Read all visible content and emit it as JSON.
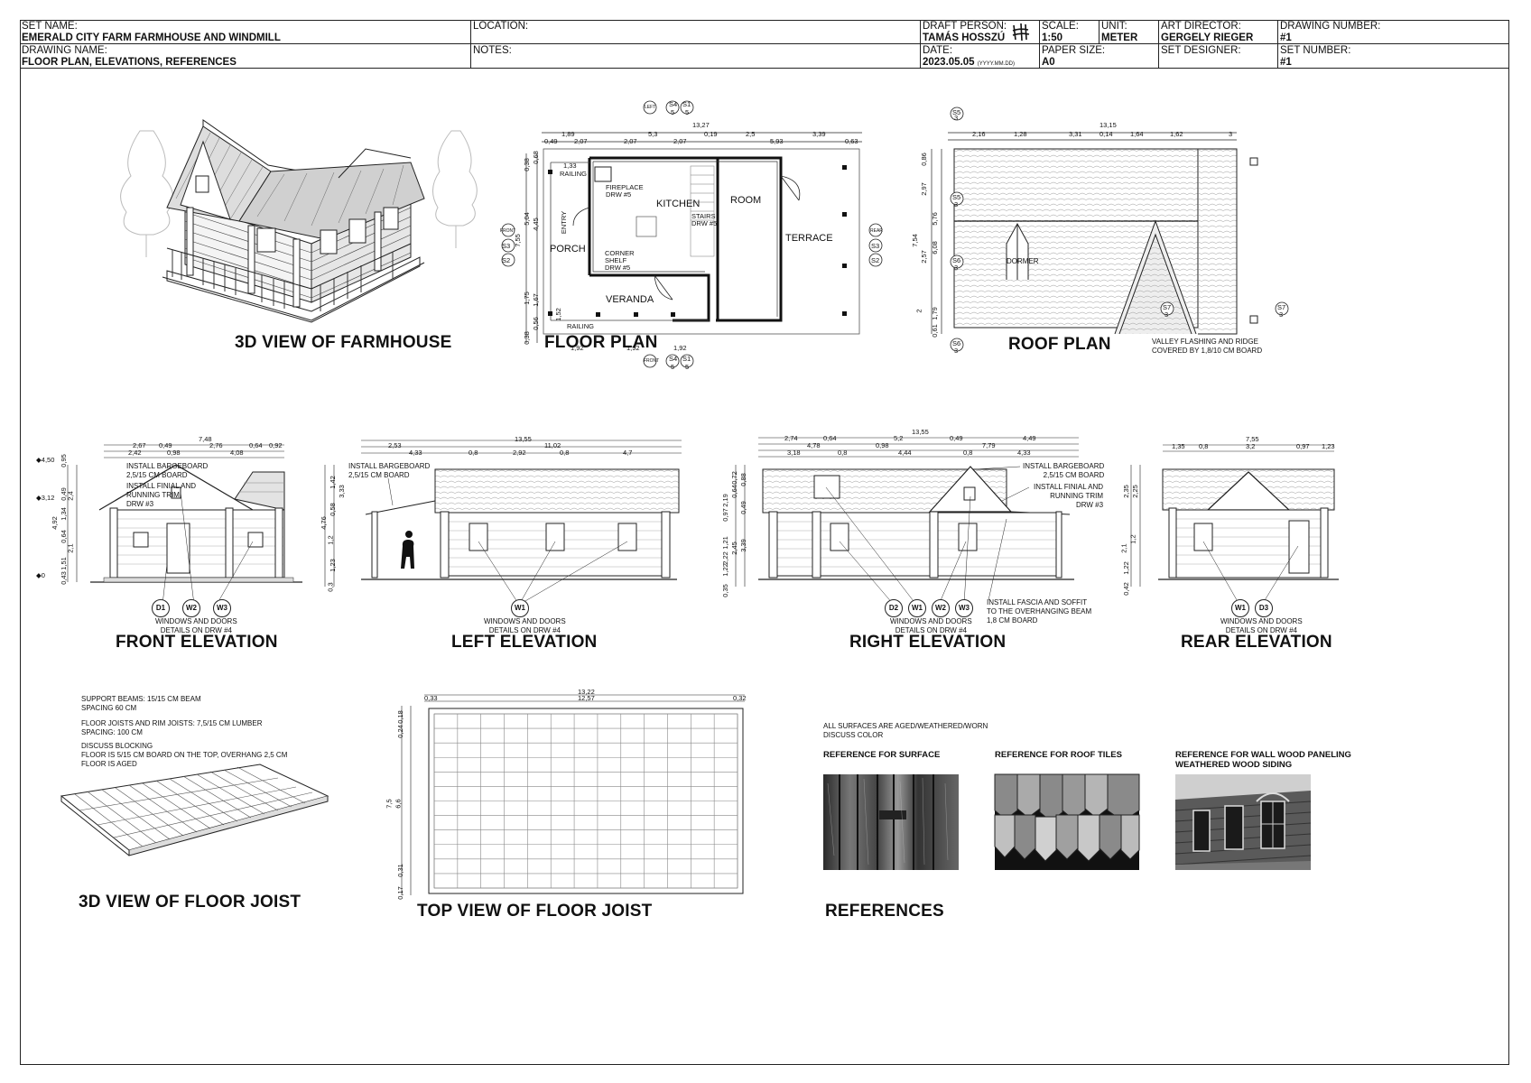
{
  "title_block": {
    "set_name_label": "SET NAME:",
    "set_name": "EMERALD CITY FARM FARMHOUSE AND WINDMILL",
    "drawing_name_label": "DRAWING NAME:",
    "drawing_name": "FLOOR PLAN, ELEVATIONS, REFERENCES",
    "location_label": "LOCATION:",
    "notes_label": "NOTES:",
    "draft_person_label": "DRAFT PERSON:",
    "draft_person": "TAMÁS HOSSZÚ",
    "date_label": "DATE:",
    "date": "2023.05.05",
    "date_format": "(YYYY.MM.DD)",
    "scale_label": "SCALE:",
    "scale": "1:50",
    "unit_label": "UNIT:",
    "unit": "METER",
    "paper_size_label": "PAPER SIZE:",
    "paper_size": "A0",
    "art_director_label": "ART DIRECTOR:",
    "art_director": "GERGELY RIEGER",
    "set_designer_label": "SET DESIGNER:",
    "drawing_number_label": "DRAWING NUMBER:",
    "drawing_number": "#1",
    "set_number_label": "SET NUMBER:",
    "set_number": "#1"
  },
  "views": {
    "view3d": "3D VIEW OF FARMHOUSE",
    "floor_plan": "FLOOR PLAN",
    "roof_plan": "ROOF PLAN",
    "front": "FRONT ELEVATION",
    "left": "LEFT ELEVATION",
    "right": "RIGHT ELEVATION",
    "rear": "REAR ELEVATION",
    "joist3d": "3D VIEW OF FLOOR JOIST",
    "joist_top": "TOP VIEW OF FLOOR JOIST",
    "references": "REFERENCES"
  },
  "floor_plan": {
    "rooms": {
      "kitchen": "KITCHEN",
      "room": "ROOM",
      "porch": "PORCH",
      "terrace": "TERRACE",
      "veranda": "VERANDA"
    },
    "notes": {
      "fireplace": "FIREPLACE\nDRW #5",
      "stairs": "STAIRS\nDRW #5",
      "corner_shelf": "CORNER\nSHELF\nDRW #5",
      "railing": "RAILING",
      "entry": "ENTRY"
    },
    "dims_top1": "13,27",
    "dims_top2": [
      "1,89",
      "5,3",
      "0,19",
      "2,5",
      "3,39"
    ],
    "dims_top3": [
      "0,49",
      "2,07",
      "2,07",
      "2,07",
      "5,93",
      "0,63"
    ],
    "dims_side1": "7,55",
    "dims_side2": [
      "0,38",
      "5,04",
      "1,75",
      "0,38"
    ],
    "dims_side3": [
      "0,68",
      "4,45",
      "1,67",
      "0,56"
    ],
    "dims_bottom": [
      "1,92",
      "1,92",
      "1,92"
    ],
    "railing_dim": "1,33",
    "railing_dim2": "1,52",
    "markers": {
      "left": "LEFT",
      "front": "FRONT",
      "rear": "REAR",
      "s4": "S4",
      "s1": "S1",
      "s2": "S2",
      "s3": "S3",
      "n5": "5"
    }
  },
  "roof_plan": {
    "dormer": "DORMER",
    "note": "VALLEY FLASHING AND RIDGE\nCOVERED BY 1,8/10 CM BOARD",
    "dims_top1": "13,15",
    "dims_top2": [
      "2,16",
      "1,28",
      "3,31",
      "0,14",
      "1,64",
      "1,62",
      "3"
    ],
    "dims_side1": "7,54",
    "dims_side2": [
      "0,86",
      "2,97",
      "5,76",
      "6,08",
      "2,57",
      "2",
      "1,79",
      "0,61"
    ],
    "markers": {
      "s5": "S5",
      "s6": "S6",
      "s7": "S7",
      "n3": "3"
    }
  },
  "front_elevation": {
    "note1": "INSTALL BARGEBOARD\n2,5/15 CM BOARD",
    "note2": "INSTALL FINIAL AND\nRUNNING TRIM\nDRW #3",
    "dims_top1": "7,48",
    "dims_top2": [
      "2,67",
      "0,49",
      "2,76",
      "0,64",
      "0,92"
    ],
    "dims_top3": [
      "2,42",
      "0,98",
      "4,08"
    ],
    "levels": [
      "4,50",
      "3,12",
      "0"
    ],
    "dims_side": [
      "0,95",
      "0,49",
      "1,34",
      "2,4",
      "4,92",
      "0,64",
      "2,1",
      "1,51",
      "0,43"
    ],
    "tags": [
      "D1",
      "W2",
      "W3"
    ],
    "ref": "WINDOWS AND DOORS\nDETAILS ON DRW #4"
  },
  "left_elevation": {
    "note1": "INSTALL BARGEBOARD\n2,5/15 CM BOARD",
    "dims_top1": "13,55",
    "dims_top2": [
      "2,53",
      "11,02"
    ],
    "dims_top3": [
      "4,33",
      "0,8",
      "2,92",
      "0,8",
      "4,7"
    ],
    "dims_side": [
      "1,42",
      "0,58",
      "3,33",
      "4,76",
      "1,2",
      "1,23",
      "0,3"
    ],
    "tags": [
      "W1"
    ],
    "ref": "WINDOWS AND DOORS\nDETAILS ON DRW #4"
  },
  "right_elevation": {
    "note1": "INSTALL BARGEBOARD\n2,5/15 CM BOARD",
    "note2": "INSTALL FINIAL AND\nRUNNING TRIM\nDRW #3",
    "note3": "INSTALL FASCIA AND SOFFIT\nTO THE OVERHANGING BEAM\n1,8 CM BOARD",
    "dims_top1": "13,55",
    "dims_top2": [
      "2,74",
      "0,64",
      "5,2",
      "0,49",
      "4,49"
    ],
    "dims_top3": [
      "4,78",
      "0,98",
      "7,79"
    ],
    "dims_top4": [
      "3,18",
      "0,8",
      "4,44",
      "0,8",
      "4,33"
    ],
    "dims_side": [
      "0,72",
      "0,64",
      "0,88",
      "2,19",
      "0,49",
      "0,97",
      "1,21",
      "2,45",
      "2,22",
      "3,39",
      "1,22",
      "0,35"
    ],
    "tags": [
      "D2",
      "W1",
      "W2",
      "W3"
    ],
    "ref": "WINDOWS AND DOORS\nDETAILS ON DRW #4"
  },
  "rear_elevation": {
    "dims_top1": "7,55",
    "dims_top2": [
      "1,35",
      "0,8",
      "3,2",
      "0,97",
      "1,23"
    ],
    "dims_side": [
      "2,35",
      "2,25",
      "1,2",
      "2,1",
      "1,22",
      "0,42"
    ],
    "tags": [
      "W1",
      "D3"
    ],
    "ref": "WINDOWS AND DOORS\nDETAILS ON DRW #4"
  },
  "joist_notes": {
    "l1": "SUPPORT BEAMS: 15/15 CM BEAM",
    "l2": "SPACING 60 CM",
    "l3": "FLOOR JOISTS AND RIM JOISTS: 7,5/15 CM LUMBER",
    "l4": "SPACING: 100 CM",
    "l5": "DISCUSS BLOCKING",
    "l6": "FLOOR IS 5/15 CM BOARD ON THE TOP, OVERHANG 2,5 CM",
    "l7": "FLOOR IS AGED"
  },
  "joist_top": {
    "dims_top1": "13,22",
    "dims_top2": [
      "0,33",
      "12,57",
      "0,32"
    ],
    "dims_side1": "7,5",
    "dims_side2": [
      "0,18",
      "0,24",
      "6,6",
      "0,31",
      "0,17"
    ]
  },
  "references": {
    "note": "ALL SURFACES ARE AGED/WEATHERED/WORN\nDISCUSS COLOR",
    "surface": "REFERENCE FOR SURFACE",
    "roof_tiles": "REFERENCE FOR ROOF TILES",
    "wall": "REFERENCE FOR WALL WOOD PANELING\nWEATHERED WOOD SIDING"
  }
}
